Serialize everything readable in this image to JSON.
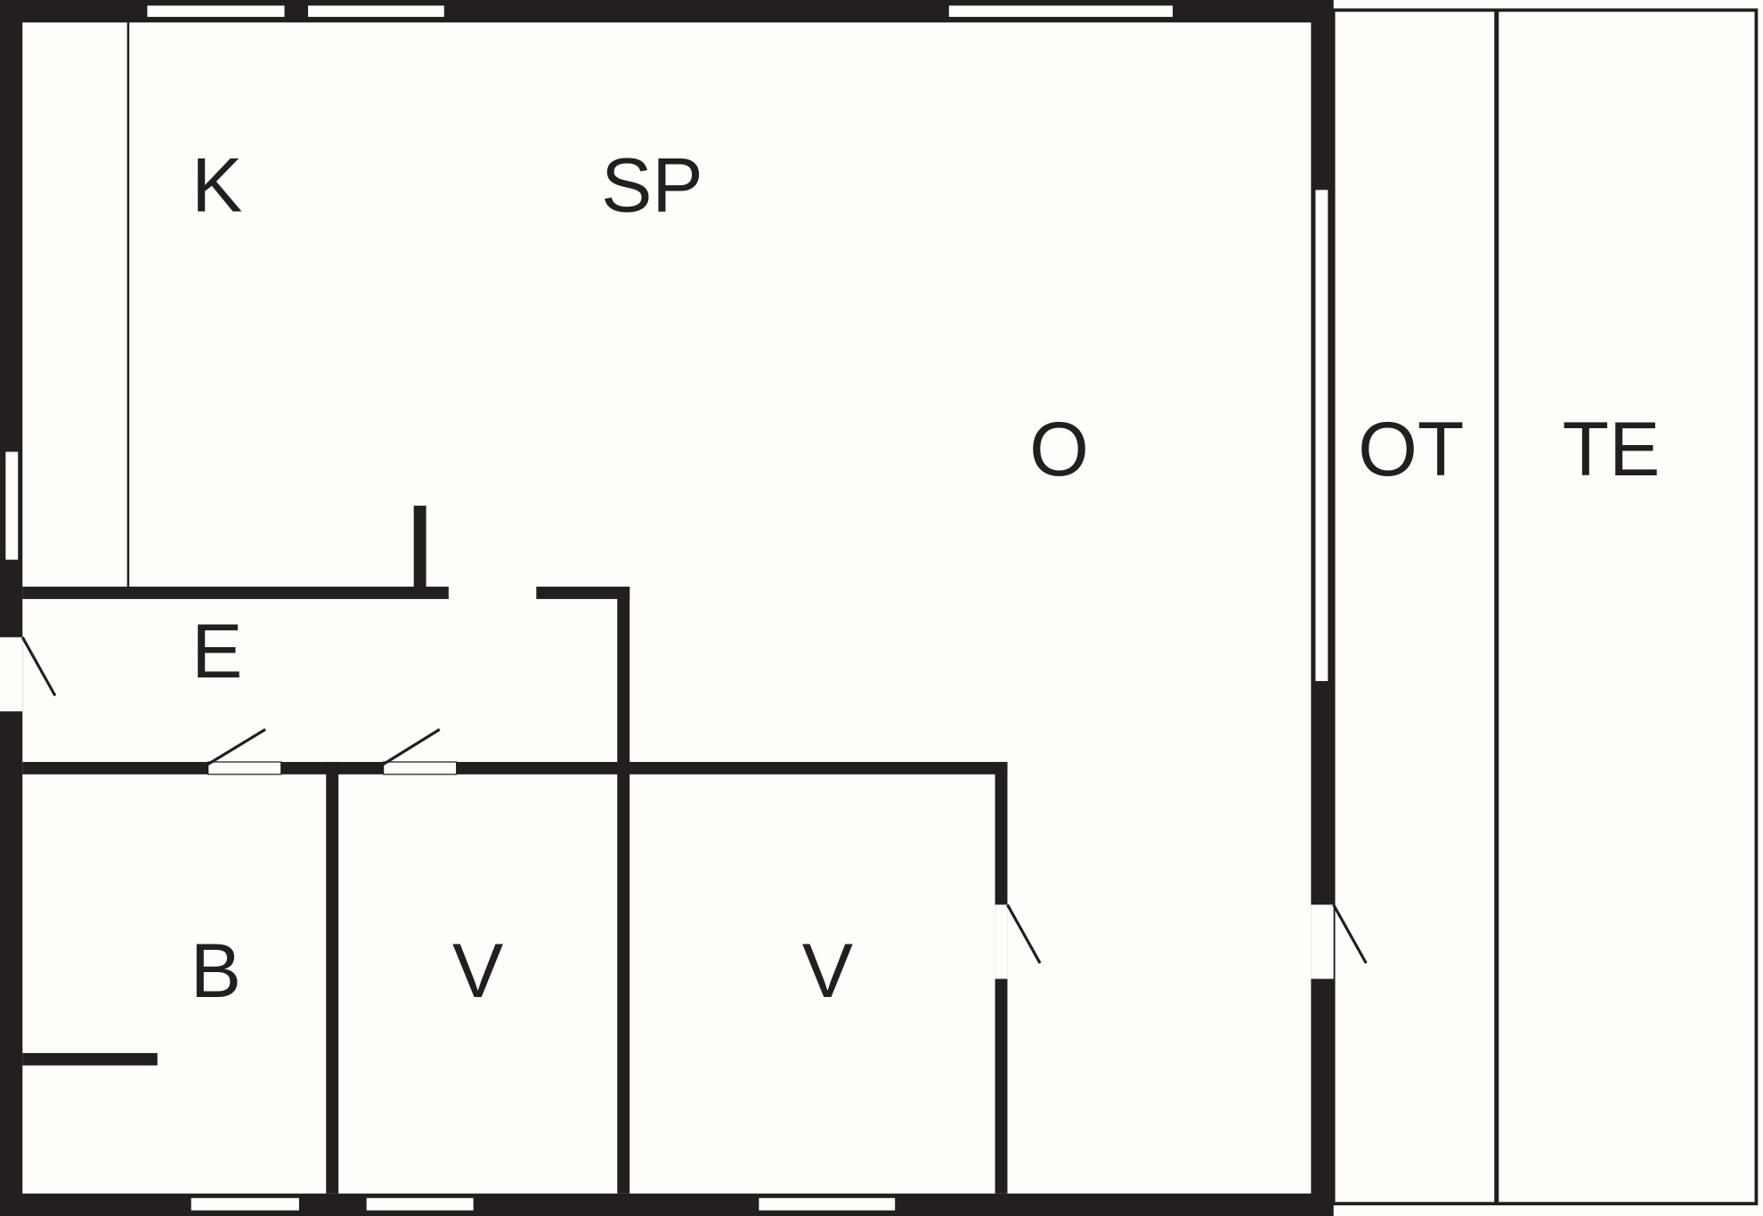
{
  "title": "Floor plan",
  "colors": {
    "wall": "#231f20",
    "background": "#fdfdf9"
  },
  "rooms": {
    "kitchen": "K",
    "dining": "SP",
    "living": "O",
    "covered_terrace": "OT",
    "terrace": "TE",
    "entrance": "E",
    "bathroom": "B",
    "bedroom_1": "V",
    "bedroom_2": "V"
  }
}
